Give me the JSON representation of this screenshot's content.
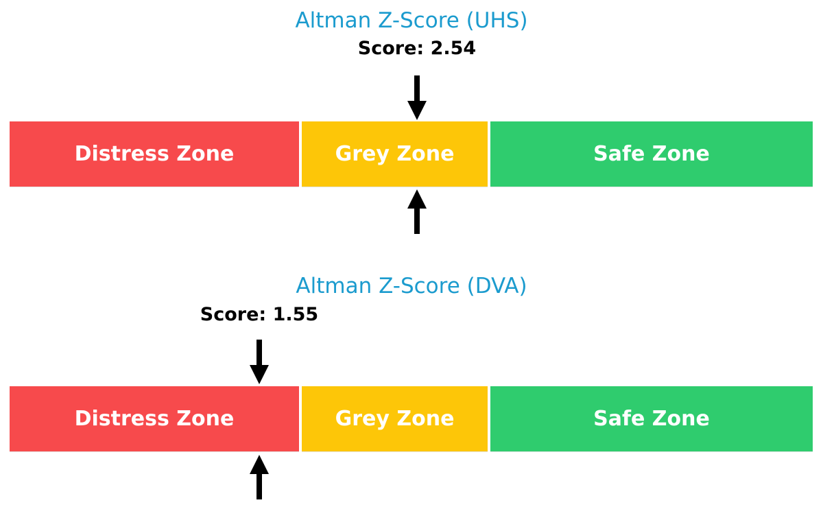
{
  "colors": {
    "background": "#ffffff",
    "title_blue": "#1B9BCE",
    "score_text": "#000000",
    "distress_red": "#F74A4C",
    "grey_yellow": "#FDC608",
    "safe_green": "#2FCC6E",
    "zone_label_white": "#ffffff",
    "arrow_black": "#000000"
  },
  "chart_data": [
    {
      "type": "bar",
      "subtype": "zone-gauge",
      "title": "Altman Z-Score (UHS)",
      "score_label": "Score: 2.54",
      "score": 2.54,
      "axis_range": [
        0,
        5
      ],
      "grid": false,
      "legend": "none",
      "marker_style": "black down-arrow above bar and black up-arrow below bar at score position",
      "zones": [
        {
          "label": "Distress Zone",
          "from": 0,
          "to": 1.81,
          "color": "#F74A4C"
        },
        {
          "label": "Grey Zone",
          "from": 1.81,
          "to": 2.99,
          "color": "#FDC608"
        },
        {
          "label": "Safe Zone",
          "from": 2.99,
          "to": 5.0,
          "color": "#2FCC6E"
        }
      ]
    },
    {
      "type": "bar",
      "subtype": "zone-gauge",
      "title": "Altman Z-Score (DVA)",
      "score_label": "Score: 1.55",
      "score": 1.55,
      "axis_range": [
        0,
        5
      ],
      "grid": false,
      "legend": "none",
      "marker_style": "black down-arrow above bar and black up-arrow below bar at score position",
      "zones": [
        {
          "label": "Distress Zone",
          "from": 0,
          "to": 1.81,
          "color": "#F74A4C"
        },
        {
          "label": "Grey Zone",
          "from": 1.81,
          "to": 2.99,
          "color": "#FDC608"
        },
        {
          "label": "Safe Zone",
          "from": 2.99,
          "to": 5.0,
          "color": "#2FCC6E"
        }
      ]
    }
  ]
}
